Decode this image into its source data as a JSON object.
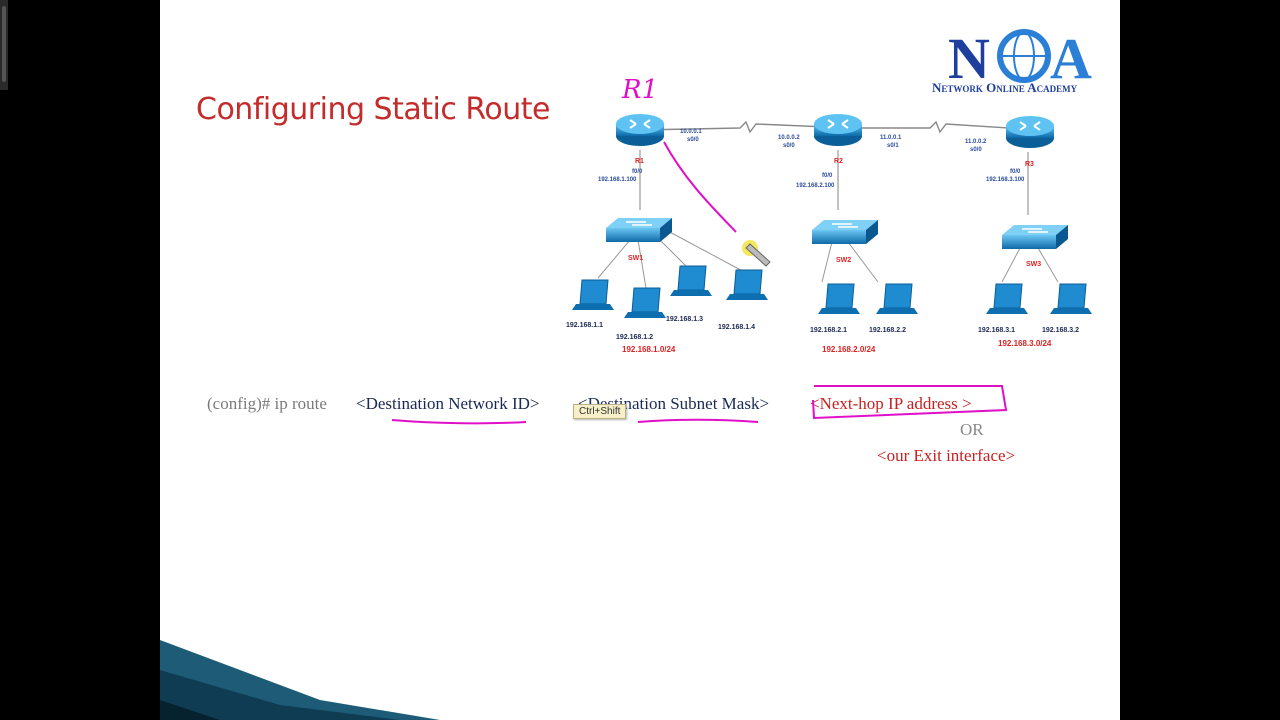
{
  "slide": {
    "title": "Configuring Static Route",
    "logo": {
      "letters": "NOA",
      "name": "Network Online Academy"
    },
    "annotation_handwritten": "R1"
  },
  "diagram": {
    "routers": [
      {
        "name": "R1",
        "lan_if": "f0/0",
        "lan_ip": "192.168.1.100"
      },
      {
        "name": "R2",
        "lan_if": "f0/0",
        "lan_ip": "192.168.2.100"
      },
      {
        "name": "R3",
        "lan_if": "f0/0",
        "lan_ip": "192.168.3.100"
      }
    ],
    "serial_links": [
      {
        "left_ip": "10.0.0.1",
        "left_if": "s0/0",
        "right_ip": "10.0.0.2",
        "right_if": "s0/0"
      },
      {
        "left_ip": "11.0.0.1",
        "left_if": "s0/1",
        "right_ip": "11.0.0.2",
        "right_if": "s0/0"
      }
    ],
    "switches": [
      "SW1",
      "SW2",
      "SW3"
    ],
    "hosts": [
      "192.168.1.1",
      "192.168.1.2",
      "192.168.1.3",
      "192.168.1.4",
      "192.168.2.1",
      "192.168.2.2",
      "192.168.3.1",
      "192.168.3.2"
    ],
    "networks": [
      "192.168.1.0/24",
      "192.168.2.0/24",
      "192.168.3.0/24"
    ]
  },
  "command": {
    "prefix": "(config)# ip   route",
    "destination_id": "<Destination Network ID>",
    "subnet_mask": "<Destination Subnet Mask>",
    "next_hop": "<Next-hop IP address >",
    "or": "OR",
    "exit_interface": "<our Exit interface>"
  },
  "tooltip": "Ctrl+Shift",
  "colors": {
    "title": "#c42c2c",
    "annotation": "#e010c8",
    "router": "#1f8fd0",
    "background": "#000000"
  }
}
